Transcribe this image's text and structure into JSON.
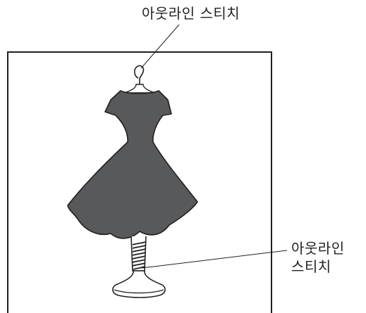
{
  "callouts": {
    "top": "아웃라인 스티치",
    "right_line1": "아웃라인",
    "right_line2": "스티치"
  },
  "colors": {
    "dress_fill": "#58595b",
    "outline": "#231f20",
    "background": "#ffffff"
  },
  "icons": [
    "dress-on-mannequin-illustration"
  ]
}
